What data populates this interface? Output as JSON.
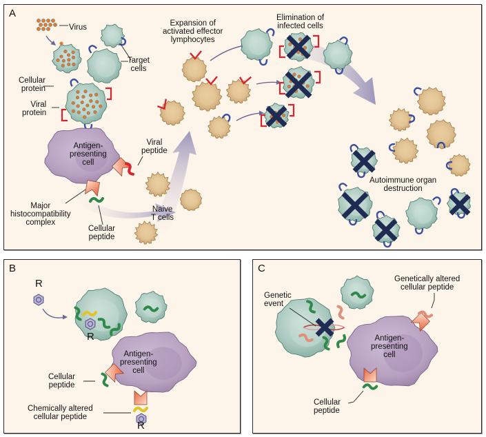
{
  "figure": {
    "panels": [
      {
        "id": "A",
        "letter": "A"
      },
      {
        "id": "B",
        "letter": "B"
      },
      {
        "id": "C",
        "letter": "C"
      }
    ],
    "colors": {
      "background": "#fdf4ea",
      "border": "#2a2a2a",
      "target_cell": "#a9c8be",
      "lymphocyte": "#d9b887",
      "apc": "#b7a1c0",
      "viral_protein": "#d8242c",
      "cellular_protein": "#3a4fa0",
      "viral_particle": "#e07a30",
      "cross_mark": "#1f2b52",
      "mhc": "#f29a6a",
      "cellular_peptide": "#2f8a4a",
      "chemically_altered_peptide": "#e2c32a",
      "genetically_altered_peptide": "#e0907a",
      "arrow": "#a6a0c0"
    },
    "panel_a": {
      "labels": {
        "virus": "Virus",
        "target_cells": [
          "Target",
          "cells"
        ],
        "cellular_protein": [
          "Cellular",
          "protein"
        ],
        "viral_protein": [
          "Viral",
          "protein"
        ],
        "expansion": [
          "Expansion of",
          "activated effector",
          "lymphocytes"
        ],
        "elimination": [
          "Elimination of",
          "infected cells"
        ],
        "apc": [
          "Antigen-",
          "presenting",
          "cell"
        ],
        "viral_peptide": [
          "Viral",
          "peptide"
        ],
        "mhc": [
          "Major",
          "histocompatibility",
          "complex"
        ],
        "cellular_peptide": [
          "Cellular",
          "peptide"
        ],
        "naive_t_cells": [
          "Naive",
          "T cells"
        ],
        "autoimmune": [
          "Autoimmune organ",
          "destruction"
        ]
      }
    },
    "panel_b": {
      "labels": {
        "r_top": "R",
        "r_mid": "R",
        "r_bottom": "R",
        "apc": [
          "Antigen-",
          "presenting",
          "cell"
        ],
        "cellular_peptide": [
          "Cellular",
          "peptide"
        ],
        "chemically_altered": [
          "Chemically altered",
          "cellular peptide"
        ]
      }
    },
    "panel_c": {
      "labels": {
        "genetic_event": [
          "Genetic",
          "event"
        ],
        "genetically_altered": [
          "Genetically altered",
          "cellular peptide"
        ],
        "apc": [
          "Antigen-",
          "presenting",
          "cell"
        ],
        "cellular_peptide": [
          "Cellular",
          "peptide"
        ]
      }
    }
  }
}
